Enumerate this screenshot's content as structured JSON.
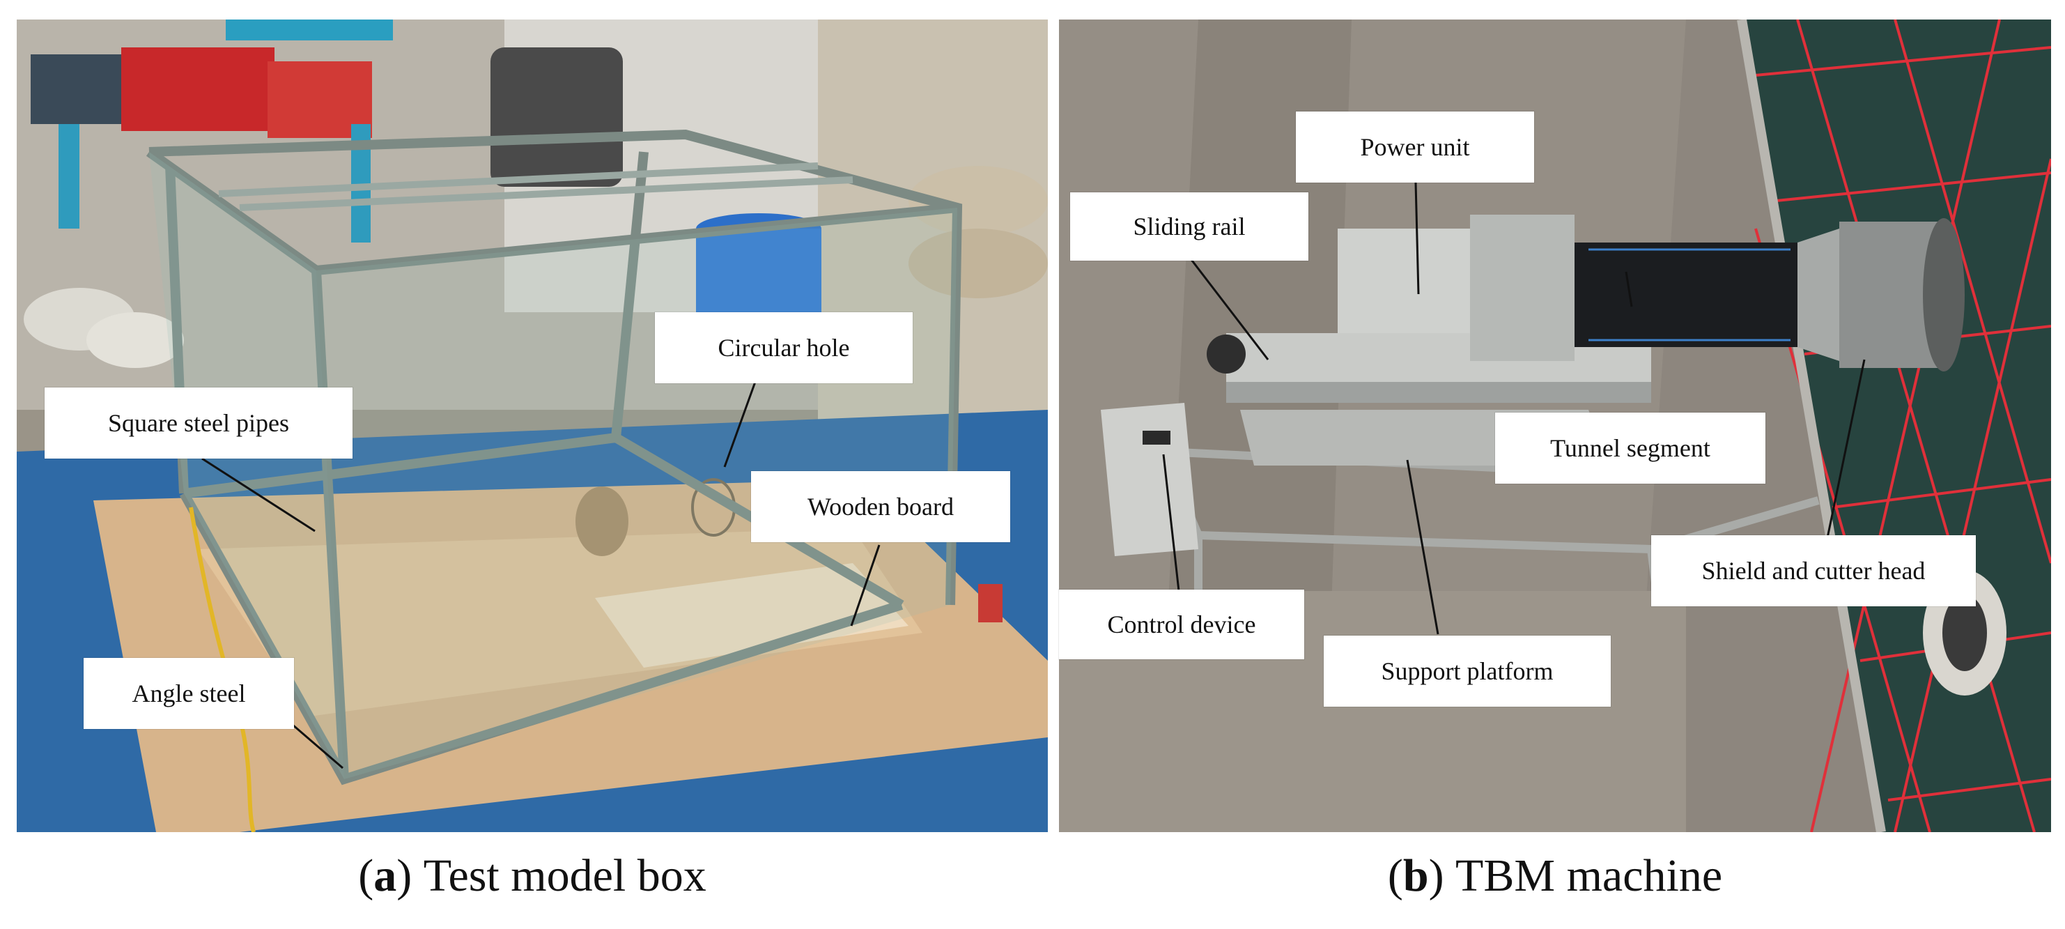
{
  "panel_a": {
    "labels": {
      "square_steel_pipes": "Square steel pipes",
      "circular_hole": "Circular hole",
      "wooden_board": "Wooden board",
      "angle_steel": "Angle steel"
    },
    "caption": {
      "letter": "a",
      "text": "Test model box"
    }
  },
  "panel_b": {
    "labels": {
      "power_unit": "Power unit",
      "sliding_rail": "Sliding rail",
      "tunnel_segment": "Tunnel segment",
      "shield_and_cutter_head": "Shield and cutter head",
      "control_device": "Control device",
      "support_platform": "Support platform"
    },
    "caption": {
      "letter": "b",
      "text": "TBM machine"
    }
  },
  "colors": {
    "label_background": "#ffffff",
    "leader_line": "#111111",
    "grid_marking": "#e0303a"
  }
}
